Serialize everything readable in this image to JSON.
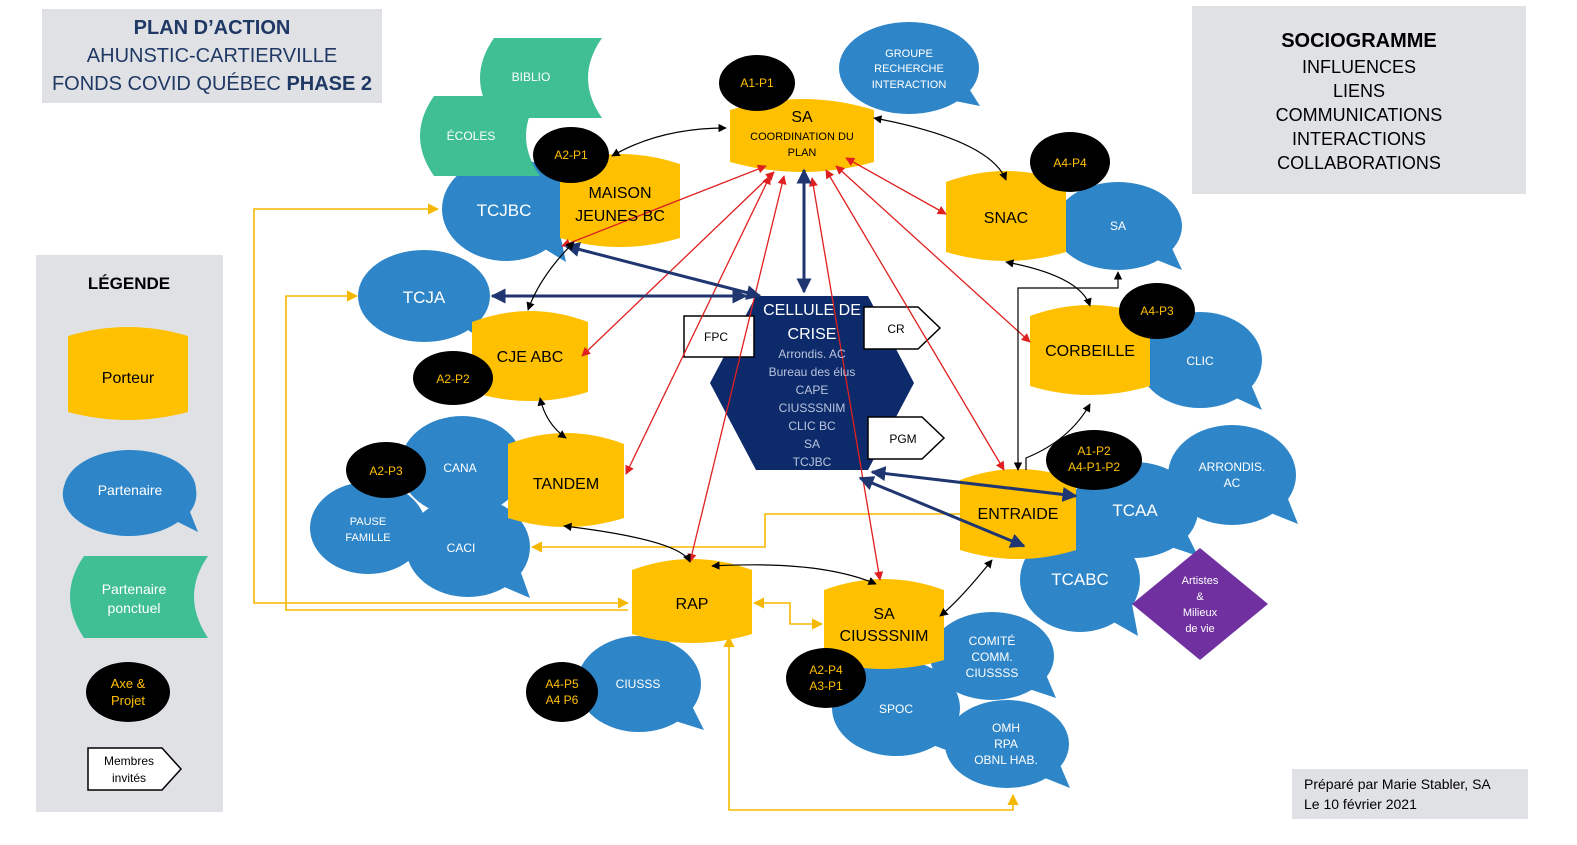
{
  "header": {
    "line1": "PLAN D’ACTION",
    "line2": "AHUNSTIC-CARTIERVILLE",
    "line3_regular": "FONDS COVID QUÉBEC ",
    "line3_bold": "PHASE 2"
  },
  "sociogramme": {
    "title": "SOCIOGRAMME",
    "items": [
      "INFLUENCES",
      "LIENS",
      "COMMUNICATIONS",
      "INTERACTIONS",
      "COLLABORATIONS"
    ]
  },
  "legend": {
    "title": "LÉGENDE",
    "porteur": "Porteur",
    "partenaire": "Partenaire",
    "ponctuel_1": "Partenaire",
    "ponctuel_2": "ponctuel",
    "axe_1": "Axe &",
    "axe_2": "Projet",
    "membres_1": "Membres",
    "membres_2": "invités"
  },
  "credit": {
    "line1": "Préparé par Marie Stabler, SA",
    "line2": "Le 10 février 2021"
  },
  "colors": {
    "porteur": "#ffc000",
    "partenaire": "#2e86c9",
    "ponctuel": "#3fbf93",
    "axe": "#000000",
    "cellule": "#0d2a6b",
    "red_arrow": "#e02020",
    "navy_arrow": "#1f3671",
    "yellow_line": "#f5b800",
    "purple": "#7030a0"
  },
  "nodes": {
    "biblio": "BIBLIO",
    "ecoles": "ÉCOLES",
    "groupe_1": "GROUPE",
    "groupe_2": "RECHERCHE",
    "groupe_3": "INTERACTION",
    "sa_coord_1": "SA",
    "sa_coord_2": "COORDINATION DU",
    "sa_coord_3": "PLAN",
    "a1p1": "A1-P1",
    "tcjbc": "TCJBC",
    "maison_1": "MAISON",
    "maison_2": "JEUNES BC",
    "a2p1": "A2-P1",
    "snac": "SNAC",
    "a4p4": "A4-P4",
    "sa_snac": "SA",
    "tcja": "TCJA",
    "cje": "CJE ABC",
    "a2p2": "A2-P2",
    "cellule_1": "CELLULE DE",
    "cellule_2": "CRISE",
    "cellule_members": [
      "Arrondis. AC",
      "Bureau des élus",
      "CAPE",
      "CIUSSSNIM",
      "CLIC BC",
      "SA",
      "TCJBC"
    ],
    "fpc": "FPC",
    "cr": "CR",
    "pgm": "PGM",
    "corbeille": "CORBEILLE",
    "a4p3": "A4-P3",
    "clic": "CLIC",
    "cana": "CANA",
    "a2p3": "A2-P3",
    "pause_1": "PAUSE",
    "pause_2": "FAMILLE",
    "caci": "CACI",
    "tandem": "TANDEM",
    "a1p2_1": "A1-P2",
    "a1p2_2": "A4-P1-P2",
    "arrondis_1": "ARRONDIS.",
    "arrondis_2": "AC",
    "entraide": "ENTRAIDE",
    "tcaa": "TCAA",
    "tcabc": "TCABC",
    "artistes": [
      "Artistes",
      "&",
      "Milieux",
      "de vie"
    ],
    "rap": "RAP",
    "ciusss": "CIUSSS",
    "a4p5_1": "A4-P5",
    "a4p5_2": "A4 P6",
    "sa_ciu_1": "SA",
    "sa_ciu_2": "CIUSSSNIM",
    "a2p4_1": "A2-P4",
    "a2p4_2": "A3-P1",
    "comite_1": "COMITÉ",
    "comite_2": "COMM.",
    "comite_3": "CIUSSSS",
    "spoc": "SPOC",
    "omh_1": "OMH",
    "omh_2": "RPA",
    "omh_3": "OBNL HAB."
  }
}
